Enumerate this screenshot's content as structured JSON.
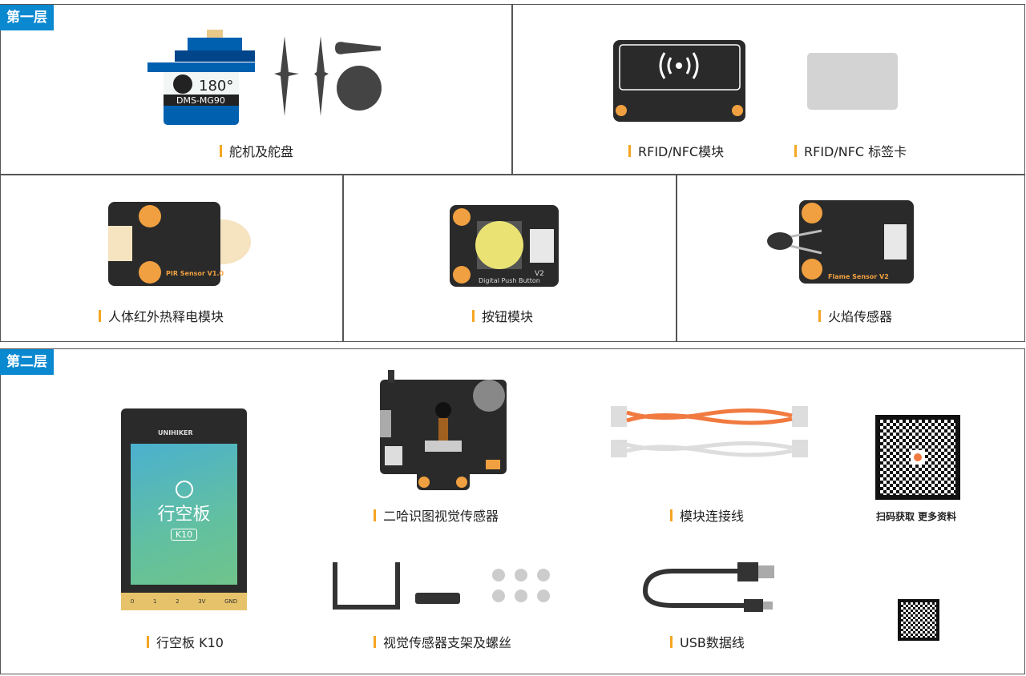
{
  "layer1": {
    "tag": "第一层",
    "items": [
      {
        "label": "舵机及舵盘",
        "servo_angle": "180°",
        "servo_model": "DMS-MG90"
      },
      {
        "label": "RFID/NFC模块"
      },
      {
        "label": "RFID/NFC 标签卡"
      },
      {
        "label": "人体红外热释电模块",
        "board_text": "PIR Sensor V1.0"
      },
      {
        "label": "按钮模块",
        "board_text": "Digital Push Button",
        "version": "V2"
      },
      {
        "label": "火焰传感器",
        "board_text": "Flame  Sensor  V2"
      }
    ]
  },
  "layer2": {
    "tag": "第二层",
    "items": [
      {
        "label": "行空板 K10",
        "brand": "UNIHIKER",
        "screen_title": "行空板",
        "screen_model": "K10",
        "pins": [
          "0",
          "1",
          "2",
          "3V",
          "GND"
        ]
      },
      {
        "label": "二哈识图视觉传感器"
      },
      {
        "label": "模块连接线"
      },
      {
        "label": "视觉传感器支架及螺丝"
      },
      {
        "label": "USB数据线"
      }
    ],
    "qr_caption": "扫码获取  更多资料"
  },
  "colors": {
    "accent": "#0a88d0",
    "marker": "#f5a623",
    "pcb": "#2a2a2a",
    "gold": "#f0a040",
    "servo": "#0060b0",
    "cable_orange": "#f07a40"
  }
}
